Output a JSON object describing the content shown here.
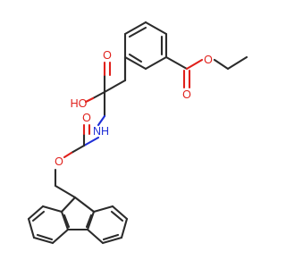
{
  "structure": {
    "atom_labels": {
      "ester_o_carbonyl": "O",
      "ester_o_ether": "O",
      "acid_o_carbonyl": "O",
      "acid_oh": "HO",
      "amide_nh": "NH",
      "carbamate_o_carbonyl": "O",
      "carbamate_o_ether": "O"
    },
    "colors": {
      "bond": "#2b2b2b",
      "oxygen": "#e0201b",
      "nitrogen": "#1f2fd6"
    }
  }
}
